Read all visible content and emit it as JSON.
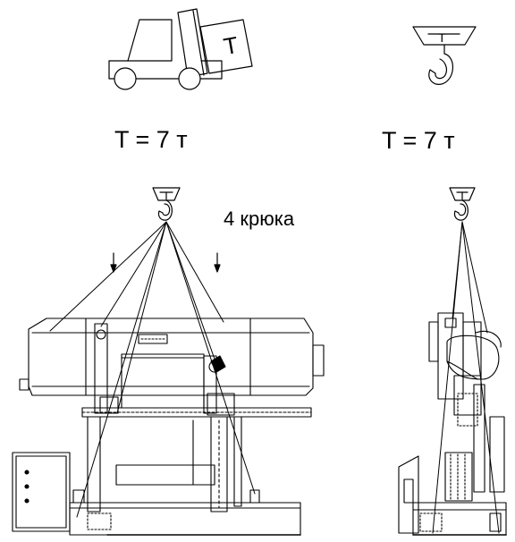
{
  "forklift_capacity": "T = 7 т",
  "crane_capacity": "T = 7 т",
  "hooks_note": "4 крюка",
  "hook_block_letter": "T",
  "forklift_load_letter": "T",
  "colors": {
    "line": "#000000",
    "background": "#ffffff"
  }
}
